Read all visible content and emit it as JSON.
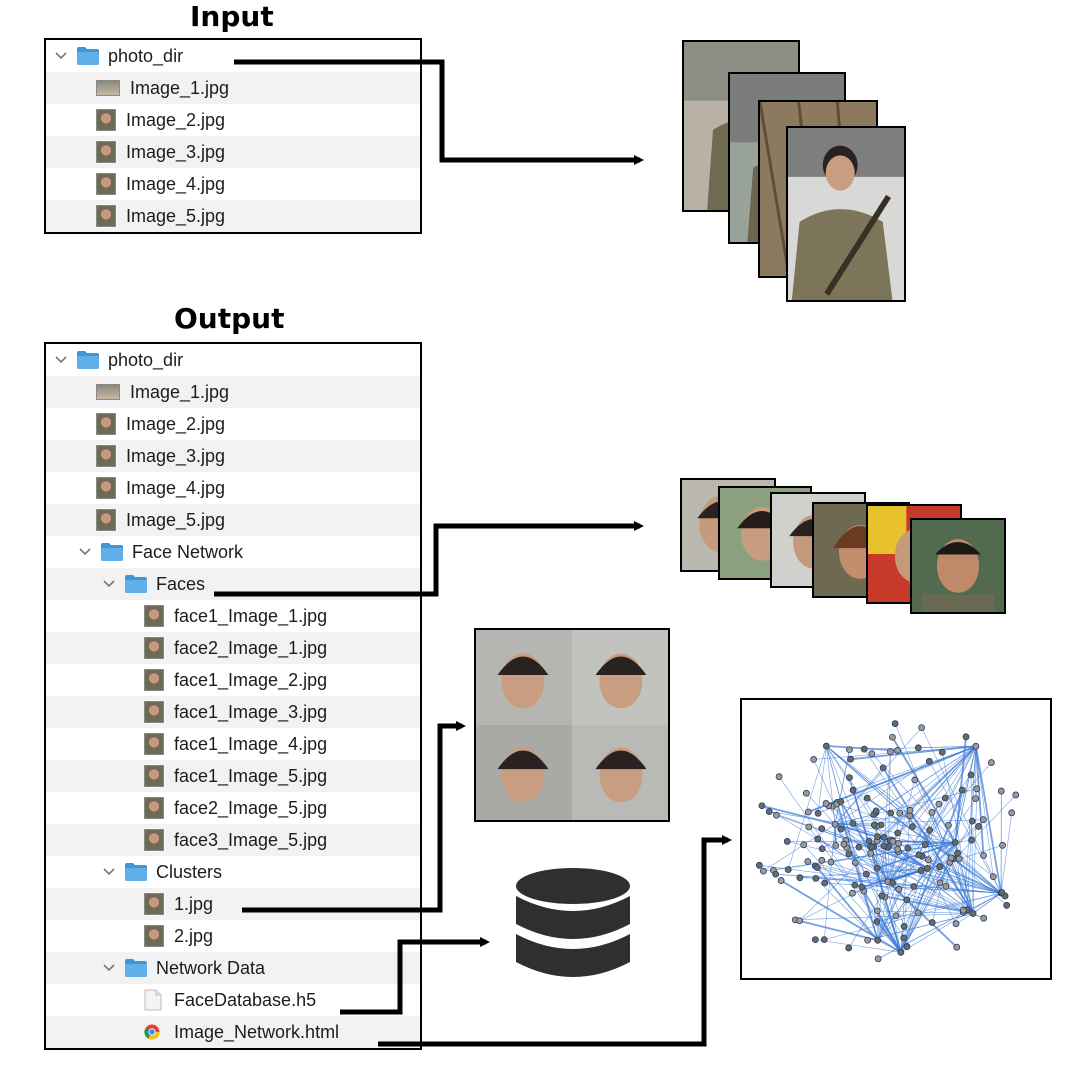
{
  "input": {
    "title": "Input",
    "rows": [
      {
        "label": "photo_dir",
        "kind": "folder",
        "indent": 0
      },
      {
        "label": "Image_1.jpg",
        "kind": "image-wide",
        "indent": 1
      },
      {
        "label": "Image_2.jpg",
        "kind": "image",
        "indent": 1
      },
      {
        "label": "Image_3.jpg",
        "kind": "image",
        "indent": 1
      },
      {
        "label": "Image_4.jpg",
        "kind": "image",
        "indent": 1
      },
      {
        "label": "Image_5.jpg",
        "kind": "image",
        "indent": 1
      }
    ]
  },
  "output": {
    "title": "Output",
    "rows": [
      {
        "label": "photo_dir",
        "kind": "folder",
        "indent": 0
      },
      {
        "label": "Image_1.jpg",
        "kind": "image-wide",
        "indent": 1
      },
      {
        "label": "Image_2.jpg",
        "kind": "image",
        "indent": 1
      },
      {
        "label": "Image_3.jpg",
        "kind": "image",
        "indent": 1
      },
      {
        "label": "Image_4.jpg",
        "kind": "image",
        "indent": 1
      },
      {
        "label": "Image_5.jpg",
        "kind": "image",
        "indent": 1
      },
      {
        "label": "Face Network",
        "kind": "folder",
        "indent": 1
      },
      {
        "label": "Faces",
        "kind": "folder",
        "indent": 2
      },
      {
        "label": "face1_Image_1.jpg",
        "kind": "image",
        "indent": 3
      },
      {
        "label": "face2_Image_1.jpg",
        "kind": "image",
        "indent": 3
      },
      {
        "label": "face1_Image_2.jpg",
        "kind": "image",
        "indent": 3
      },
      {
        "label": "face1_Image_3.jpg",
        "kind": "image",
        "indent": 3
      },
      {
        "label": "face1_Image_4.jpg",
        "kind": "image",
        "indent": 3
      },
      {
        "label": "face1_Image_5.jpg",
        "kind": "image",
        "indent": 3
      },
      {
        "label": "face2_Image_5.jpg",
        "kind": "image",
        "indent": 3
      },
      {
        "label": "face3_Image_5.jpg",
        "kind": "image",
        "indent": 3
      },
      {
        "label": "Clusters",
        "kind": "folder",
        "indent": 2
      },
      {
        "label": "1.jpg",
        "kind": "image",
        "indent": 3
      },
      {
        "label": "2.jpg",
        "kind": "image",
        "indent": 3
      },
      {
        "label": "Network Data",
        "kind": "folder",
        "indent": 2
      },
      {
        "label": "FaceDatabase.h5",
        "kind": "file",
        "indent": 3
      },
      {
        "label": "Image_Network.html",
        "kind": "chrome",
        "indent": 3
      }
    ]
  },
  "colors": {
    "folder": "#5fb0e8",
    "folder_tab": "#3f95d6",
    "row_alt": "#f2f2f2",
    "network_edge": "#3a78d4",
    "database": "#2f2f2f"
  }
}
